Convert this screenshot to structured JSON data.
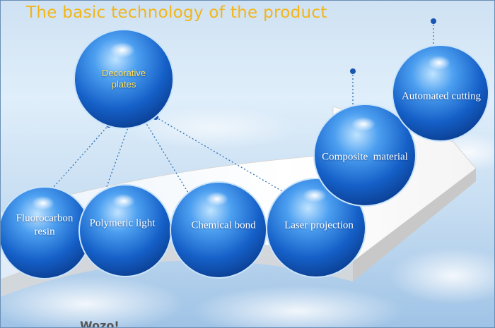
{
  "title": "The basic technology of the product",
  "nodes": {
    "decorative": {
      "line1": "Decorative",
      "line2": "plates"
    },
    "fluorocarbon": {
      "line1": "Fluorocarbon",
      "line2": "resin"
    },
    "polymeric": {
      "label": "Polymeric light"
    },
    "chemical": {
      "label": "Chemical bond"
    },
    "laser": {
      "label": "Laser projection"
    },
    "composite": {
      "label": "Composite  material"
    },
    "automated": {
      "label": "Automated cutting"
    }
  },
  "watermark": "Wozo!",
  "colors": {
    "title": "#f2b51a",
    "bubble": "#1560c8",
    "connector": "#2f6fb3",
    "decorative_label": "#ffe15a"
  }
}
